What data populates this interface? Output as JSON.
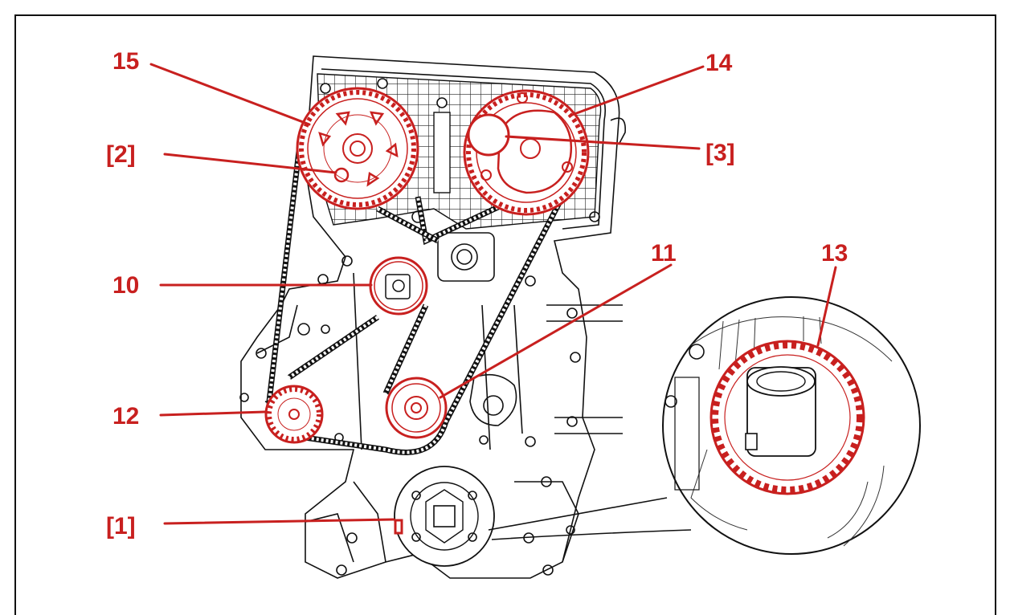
{
  "labels": {
    "p15": "15",
    "p14": "14",
    "p2": "[2]",
    "p3": "[3]",
    "p10": "10",
    "p11": "11",
    "p13": "13",
    "p12": "12",
    "p1": "[1]"
  },
  "colors": {
    "highlight": "#c8201f",
    "linework": "#111111",
    "background": "#ffffff"
  }
}
